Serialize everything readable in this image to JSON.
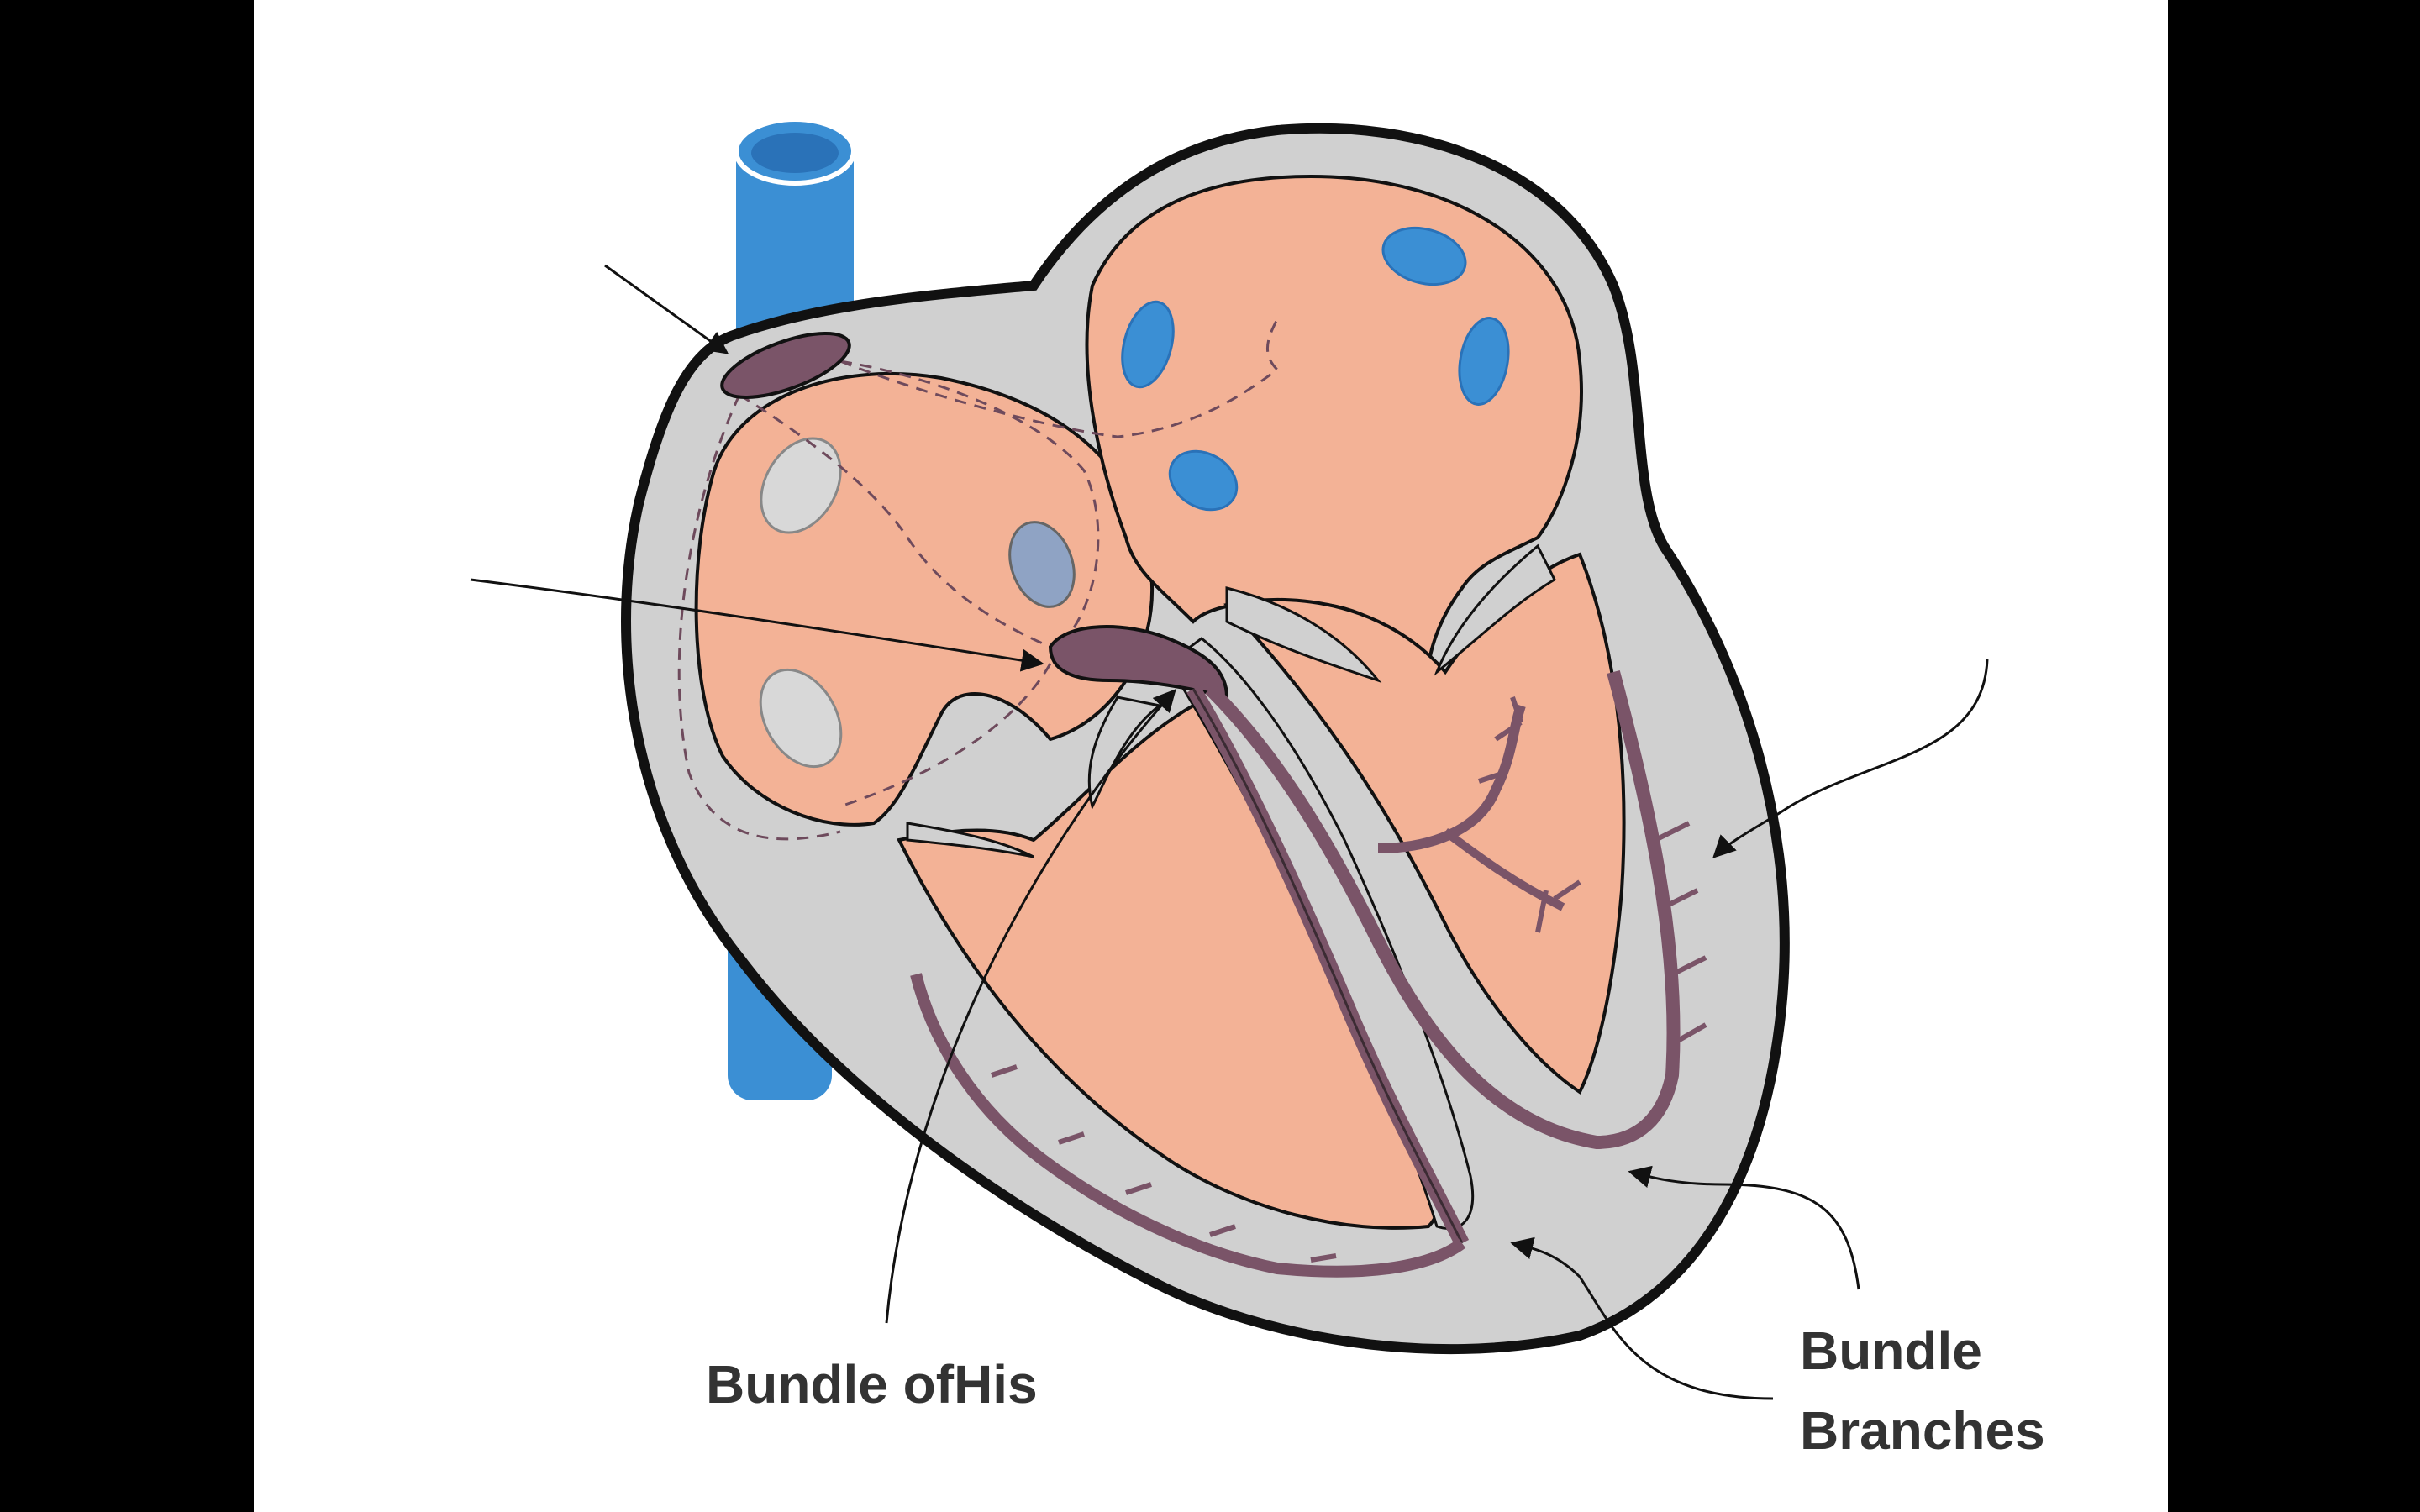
{
  "labels": {
    "bundle_of_his": "Bundle ofHis",
    "bundle_branches_line1": "Bundle",
    "bundle_branches_line2": "Branches"
  },
  "colors": {
    "background": "#000000",
    "panel": "#ffffff",
    "heart_wall": "#d0d0d0",
    "chamber": "#f3b296",
    "vessel": "#3b8fd4",
    "conduction": "#7a5468",
    "outline": "#111111",
    "valve_light": "#d8d8d8",
    "valve_mid": "#8fa3c4"
  }
}
